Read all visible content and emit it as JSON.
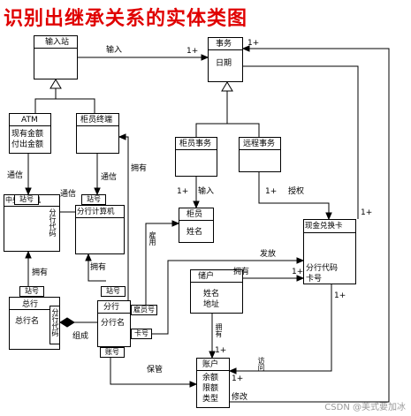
{
  "title": "识别出继承关系的实体类图",
  "classes": {
    "input_station": "输入站",
    "transaction": "事务",
    "date": "日期",
    "atm": "ATM",
    "atm_ops": [
      "现有金额",
      "付出金额"
    ],
    "teller_terminal": "柜员终端",
    "teller_transaction": "柜员事务",
    "remote_transaction": "远程事务",
    "central_computer": "中央计算机",
    "station_id": "站号",
    "branch_code_v": "分行代码",
    "branch_computer": "分行计算机",
    "teller": "柜员",
    "name": "姓名",
    "cash_card": "现金兑换卡",
    "cash_card_attrs": [
      "分行代码",
      "卡号"
    ],
    "depositor": "储户",
    "depositor_attrs": [
      "姓名",
      "地址"
    ],
    "head_office": "总行",
    "head_office_name": "总行名",
    "branch": "分行",
    "branch_name": "分行名",
    "employee_no": "雇员号",
    "card_no": "卡号",
    "account_no": "账号",
    "account": "账户",
    "account_attrs": [
      "余额",
      "限额",
      "类型"
    ]
  },
  "associations": {
    "input": "输入",
    "one_plus": "1+",
    "communication": "通信",
    "has": "拥有",
    "employ": "雇用",
    "issue": "发放",
    "authorize": "授权",
    "compose": "组成",
    "keep": "保管",
    "access": "访问",
    "modify": "修改"
  },
  "watermark": "CSDN @美式要加冰"
}
